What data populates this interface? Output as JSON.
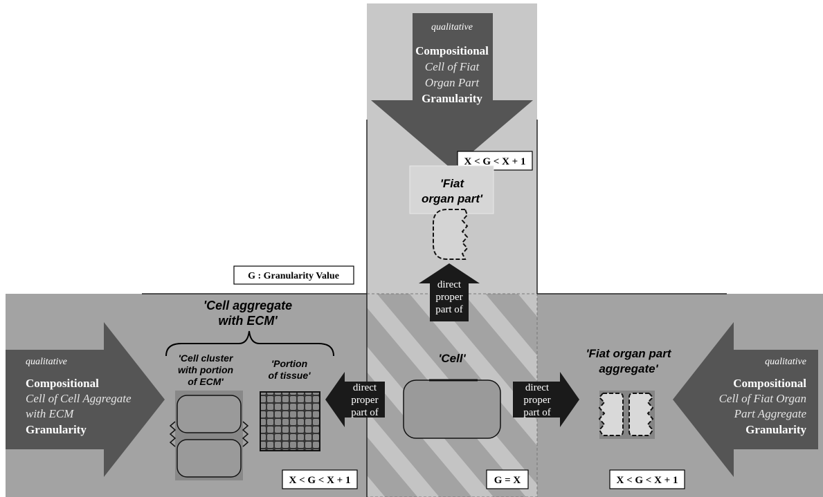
{
  "colors": {
    "top_panel": "#c8c8c8",
    "bottom_panels": "#a3a3a3",
    "big_arrow": "#555555",
    "small_arrow": "#1a1a1a",
    "cell_fill": "#9a9a9a",
    "light_region": "#d9d9d9",
    "white_text": "#ffffff",
    "subtitle_text": "#e6e6e6"
  },
  "legend": {
    "label": "G : Granularity Value"
  },
  "top": {
    "arrow": {
      "qualifier": "qualitative",
      "line1": "Compositional",
      "line2": "Cell of Fiat",
      "line3": "Organ Part",
      "line4": "Granularity"
    },
    "range_label": "X < G < X + 1",
    "entity_line1": "'Fiat",
    "entity_line2": "organ part'",
    "relation": [
      "direct",
      "proper",
      "part of"
    ]
  },
  "center": {
    "entity": "'Cell'",
    "range_label": "G = X"
  },
  "left": {
    "arrow": {
      "qualifier": "qualitative",
      "line1": "Compositional",
      "line2": "Cell of Cell Aggregate",
      "line3": "with ECM",
      "line4": "Granularity"
    },
    "group_line1": "'Cell aggregate",
    "group_line2": "with ECM'",
    "cluster_line1": "'Cell cluster",
    "cluster_line2": "with portion",
    "cluster_line3": "of ECM'",
    "tissue_line1": "'Portion",
    "tissue_line2": "of tissue'",
    "relation": [
      "direct",
      "proper",
      "part of"
    ],
    "range_label": "X < G < X + 1"
  },
  "right": {
    "arrow": {
      "qualifier": "qualitative",
      "line1": "Compositional",
      "line2": "Cell of Fiat Organ",
      "line3": "Part Aggregate",
      "line4": "Granularity"
    },
    "entity_line1": "'Fiat organ part",
    "entity_line2": "aggregate'",
    "relation": [
      "direct",
      "proper",
      "part of"
    ],
    "range_label": "X < G < X + 1"
  }
}
